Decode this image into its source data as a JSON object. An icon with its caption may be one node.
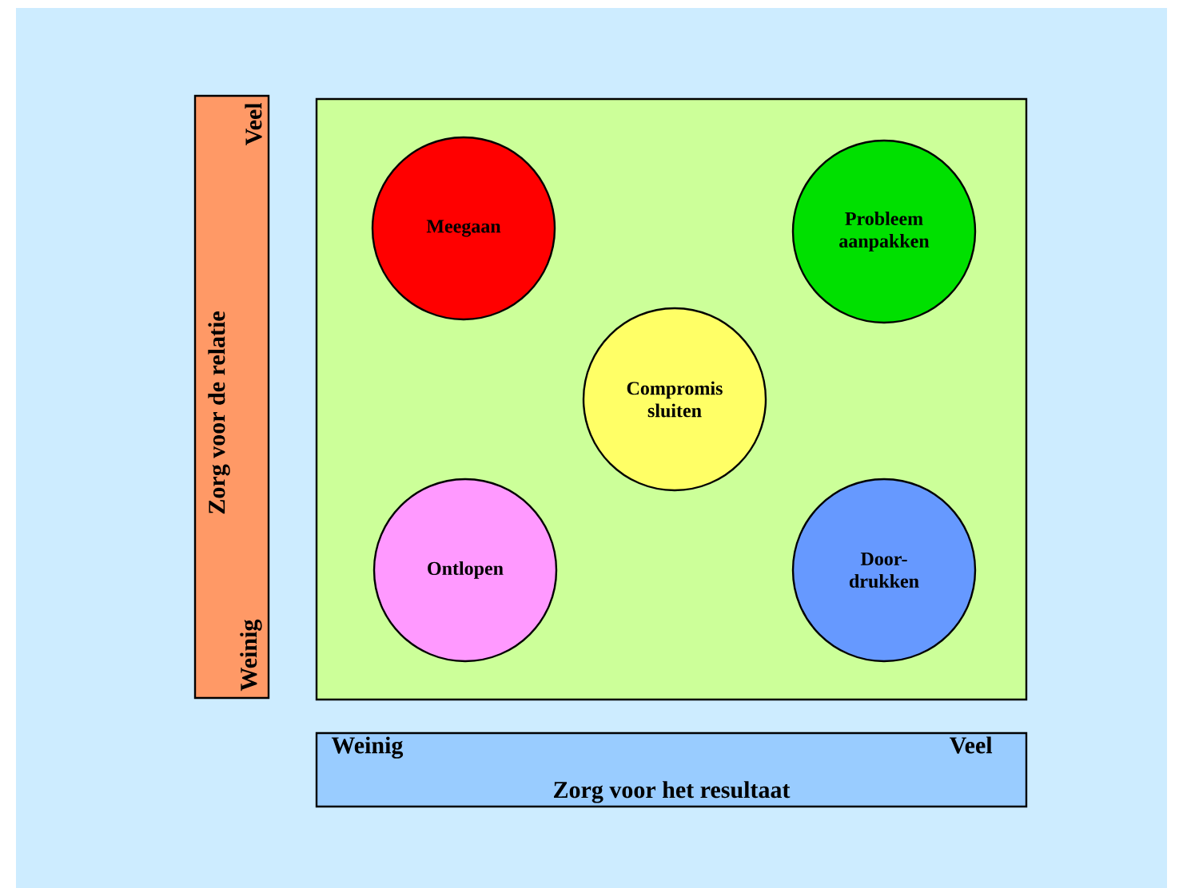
{
  "diagram": {
    "nodes": [
      {
        "text": [
          "Veel",
          "Zorg voor de relatie",
          "Weinig"
        ]
      },
      {
        "text": [],
        "shape": "box"
      },
      {
        "text": [
          "Meegaan"
        ],
        "in": 1
      },
      {
        "text": [
          "Probleem aanpakken"
        ],
        "in": 1
      },
      {
        "text": [
          "Compromis sluiten"
        ],
        "in": 1
      },
      {
        "text": [
          "Ontlopen"
        ],
        "in": 1
      },
      {
        "text": [
          "Door- drukken"
        ],
        "in": 1
      },
      {
        "text": [
          "Weinig",
          "Veel",
          "Zorg voor het resultaat"
        ]
      }
    ]
  }
}
